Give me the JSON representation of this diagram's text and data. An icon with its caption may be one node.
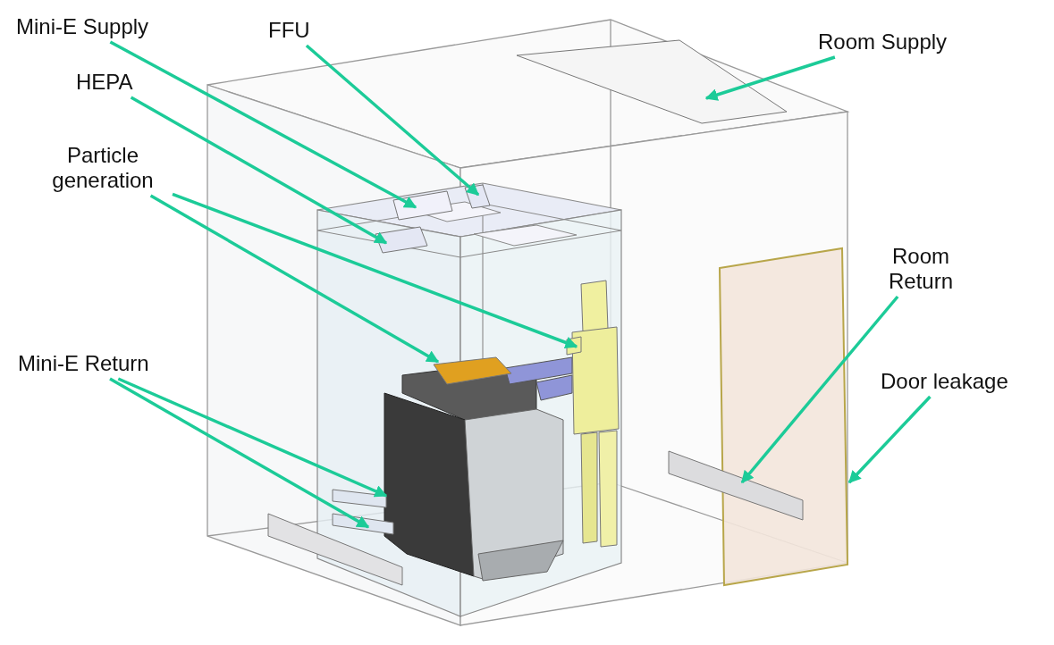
{
  "diagram": {
    "nodes": [
      {
        "text": [
          "Mini-E Supply"
        ]
      },
      {
        "text": [
          "FFU"
        ]
      },
      {
        "text": [
          "Room Supply"
        ]
      },
      {
        "text": [
          "HEPA"
        ]
      },
      {
        "text": [
          "Particle generation"
        ]
      },
      {
        "text": [
          "Room Return"
        ]
      },
      {
        "text": [
          "Mini-E Return"
        ]
      },
      {
        "text": [
          "Door leakage"
        ]
      },
      {
        "text": [],
        "shape": "box"
      },
      {
        "text": [],
        "shape": "box"
      },
      {
        "text": [],
        "shape": "box"
      },
      {
        "text": [],
        "shape": "box"
      },
      {
        "text": [],
        "shape": "box"
      },
      {
        "text": [],
        "shape": "box"
      },
      {
        "text": [],
        "shape": "box"
      },
      {
        "text": [],
        "shape": "box"
      },
      {
        "text": [],
        "shape": "box"
      },
      {
        "text": [],
        "shape": "box"
      }
    ],
    "edges": [
      {
        "from": 0,
        "to": 8,
        "arrow": "to"
      },
      {
        "from": 1,
        "to": 9,
        "arrow": "to"
      },
      {
        "from": 2,
        "to": 10,
        "arrow": "to"
      },
      {
        "from": 3,
        "to": 11,
        "arrow": "to"
      },
      {
        "from": 4,
        "to": 12,
        "arrow": "to"
      },
      {
        "from": 4,
        "to": 13,
        "arrow": "to"
      },
      {
        "from": 5,
        "to": 14,
        "arrow": "to"
      },
      {
        "from": 6,
        "to": 15,
        "arrow": "to"
      },
      {
        "from": 6,
        "to": 16,
        "arrow": "to"
      },
      {
        "from": 7,
        "to": 17,
        "arrow": "to"
      }
    ]
  }
}
